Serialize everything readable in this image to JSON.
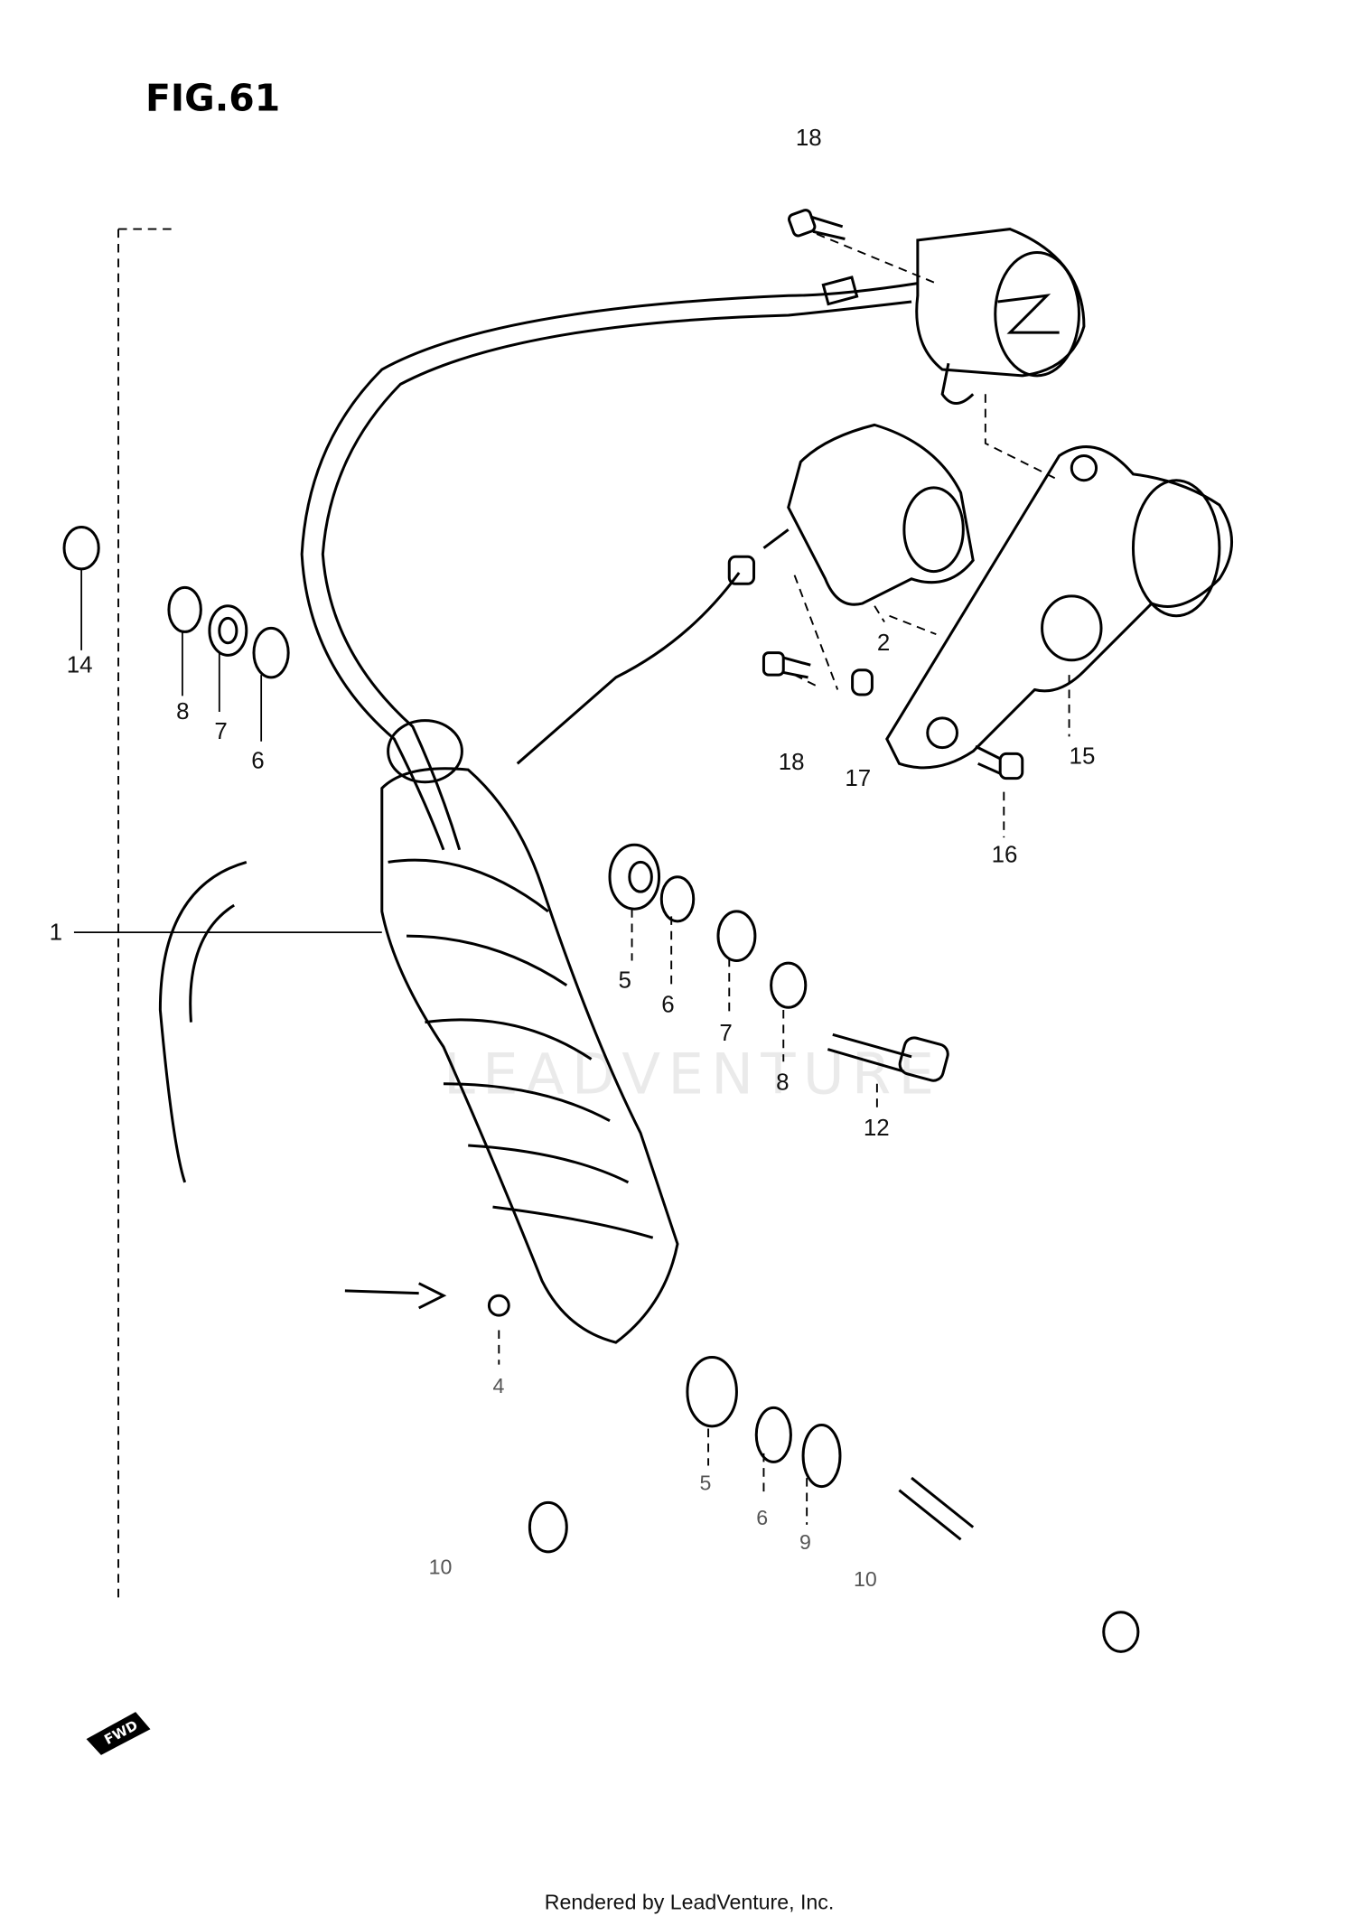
{
  "figure": {
    "title": "FIG.61",
    "watermark": "LEADVENTURE",
    "fwd_label": "FWD",
    "footer": "Rendered by LeadVenture, Inc."
  },
  "callouts": [
    {
      "id": "c18a",
      "text": "18"
    },
    {
      "id": "c14",
      "text": "14"
    },
    {
      "id": "c8a",
      "text": "8"
    },
    {
      "id": "c7a",
      "text": "7"
    },
    {
      "id": "c6a",
      "text": "6"
    },
    {
      "id": "c2",
      "text": "2"
    },
    {
      "id": "c18b",
      "text": "18"
    },
    {
      "id": "c17",
      "text": "17"
    },
    {
      "id": "c15",
      "text": "15"
    },
    {
      "id": "c16",
      "text": "16"
    },
    {
      "id": "c1",
      "text": "1"
    },
    {
      "id": "c5a",
      "text": "5"
    },
    {
      "id": "c6b",
      "text": "6"
    },
    {
      "id": "c7b",
      "text": "7"
    },
    {
      "id": "c8b",
      "text": "8"
    },
    {
      "id": "c12",
      "text": "12"
    },
    {
      "id": "c4",
      "text": "4"
    },
    {
      "id": "c5b",
      "text": "5"
    },
    {
      "id": "c6c",
      "text": "6"
    },
    {
      "id": "c9",
      "text": "9"
    },
    {
      "id": "c10a",
      "text": "10"
    },
    {
      "id": "c10b",
      "text": "10"
    }
  ]
}
